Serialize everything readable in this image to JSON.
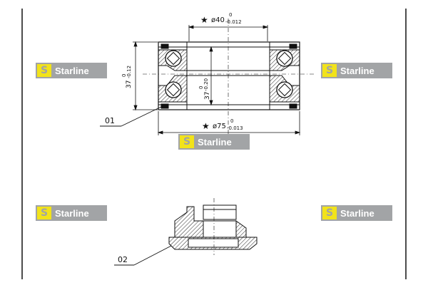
{
  "watermark": {
    "mark": "S",
    "text": "Starline"
  },
  "part1": {
    "label": "01",
    "inner_diameter": {
      "star": "★",
      "prefix": "ø40",
      "tol_upper": "0",
      "tol_lower": "-0.012"
    },
    "outer_diameter": {
      "star": "★",
      "prefix": "ø75",
      "tol_upper": "0",
      "tol_lower": "-0.013"
    },
    "outer_width": {
      "value": "37",
      "tol_upper": "0",
      "tol_lower": "-0.12"
    },
    "inner_width": {
      "value": "37",
      "tol_upper": "0",
      "tol_lower": "-0.20"
    }
  },
  "part2": {
    "label": "02"
  },
  "colors": {
    "logo_bg": "#a2a4a6",
    "logo_mark": "#f2e31a",
    "line": "#111111"
  }
}
